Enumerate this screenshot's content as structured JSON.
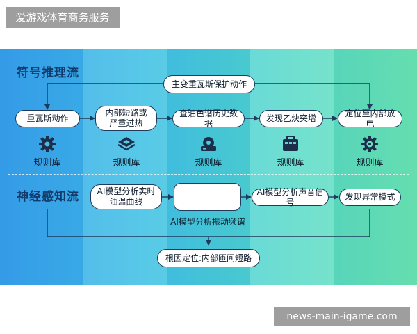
{
  "watermark": {
    "top_text": "爱游戏体育商务服务",
    "bottom_text": "news-main-igame.com"
  },
  "sections": {
    "symbolic": "符号推理流",
    "neural": "神经感知流"
  },
  "nodes": {
    "top": "主变重瓦斯保护动作",
    "s1": "重瓦斯动作",
    "s2": "内部短路或\n严重过热",
    "s3": "查油色谱历史数据",
    "s4": "发现乙炔突增",
    "s5": "定位至内部放电",
    "n1": "AI模型分析实时\n油温曲线",
    "n3": "AI模型分析声音信号",
    "n4": "发现异常模式",
    "result": "根因定位:内部匝间短路"
  },
  "wave_label": "AI模型分析振动频谱",
  "rule_label": "规则库",
  "icons": [
    "gear-icon",
    "layers-icon",
    "disk-icon",
    "toolbox-icon",
    "cog-icon"
  ],
  "colors": {
    "line": "#1e3a5c",
    "title": "#123a6b",
    "wave": "#3d8bd8"
  }
}
